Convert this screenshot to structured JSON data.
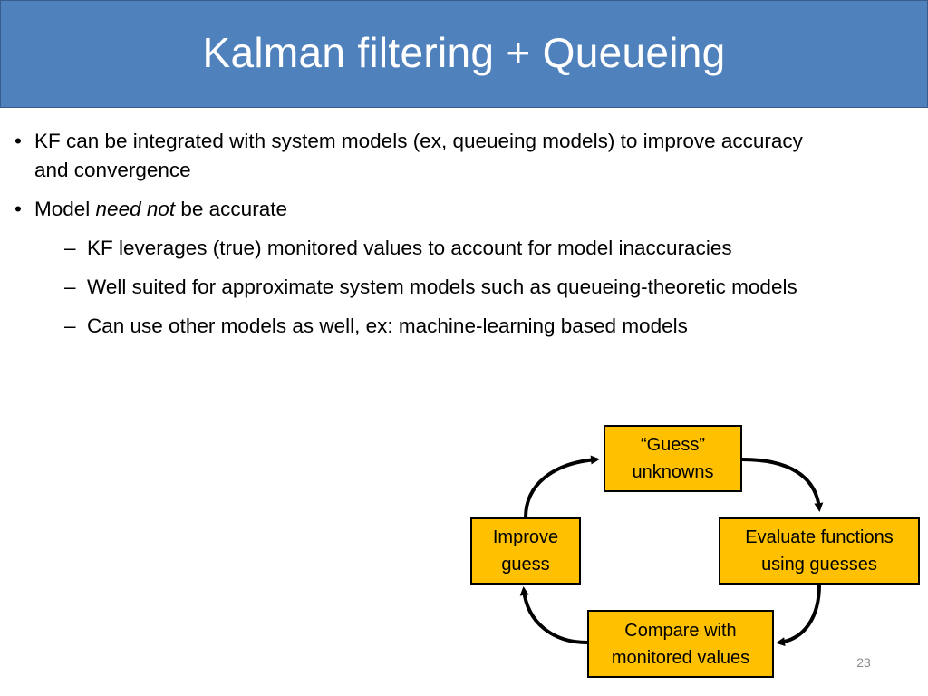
{
  "title": "Kalman filtering + Queueing",
  "bullets": {
    "b1": {
      "marker": "•",
      "line1": "KF can be integrated with system models (ex, queueing models) to improve accuracy",
      "line2": "and convergence"
    },
    "b2": {
      "marker": "•",
      "prefix": "Model ",
      "emphasis": "need not",
      "suffix": " be accurate"
    },
    "subs": [
      {
        "marker": "–",
        "text": "KF leverages (true) monitored values to account for model inaccuracies"
      },
      {
        "marker": "–",
        "text": "Well suited for approximate system models such as queueing-theoretic models"
      },
      {
        "marker": "–",
        "text": "Can use other models as well, ex: machine-learning based models"
      }
    ]
  },
  "diagram": {
    "guess": "“Guess”\nunknowns",
    "evaluate": "Evaluate functions\nusing guesses",
    "compare": "Compare with\nmonitored values",
    "improve": "Improve\nguess",
    "box_color": "#ffc000"
  },
  "page_number": "23",
  "colors": {
    "title_bar": "#4f81bd",
    "title_text": "#ffffff"
  }
}
